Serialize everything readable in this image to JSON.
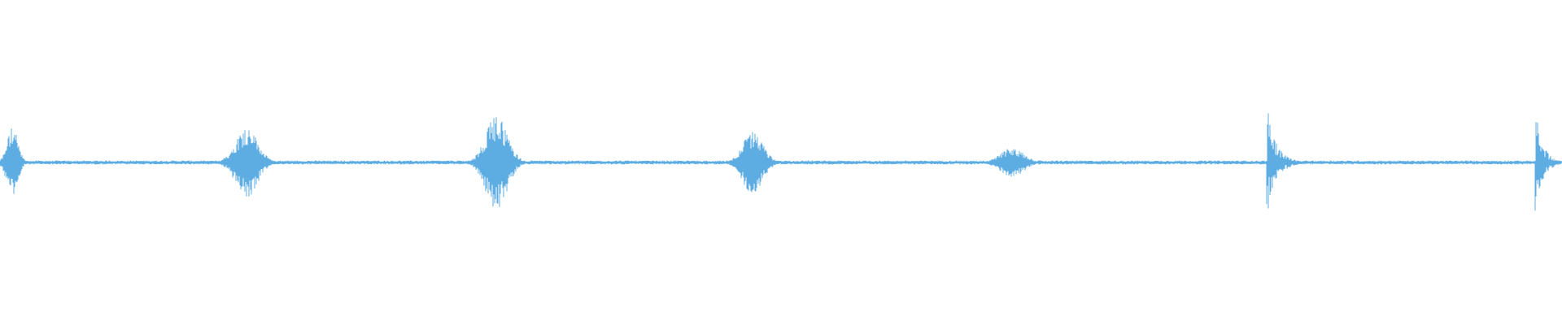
{
  "waveform": {
    "color": "#5dade2",
    "background": "#ffffff",
    "bursts": [
      {
        "position": 0.008,
        "amplitude": 0.22,
        "width": 0.014,
        "kind": "swell"
      },
      {
        "position": 0.158,
        "amplitude": 0.22,
        "width": 0.028,
        "kind": "swell"
      },
      {
        "position": 0.318,
        "amplitude": 0.29,
        "width": 0.028,
        "kind": "swell"
      },
      {
        "position": 0.482,
        "amplitude": 0.19,
        "width": 0.026,
        "kind": "swell"
      },
      {
        "position": 0.648,
        "amplitude": 0.09,
        "width": 0.03,
        "kind": "swell"
      },
      {
        "position": 0.811,
        "amplitude": 0.32,
        "width": 0.025,
        "kind": "transient"
      },
      {
        "position": 0.983,
        "amplitude": 0.3,
        "width": 0.02,
        "kind": "transient"
      }
    ],
    "baseline_noise": 0.012
  }
}
